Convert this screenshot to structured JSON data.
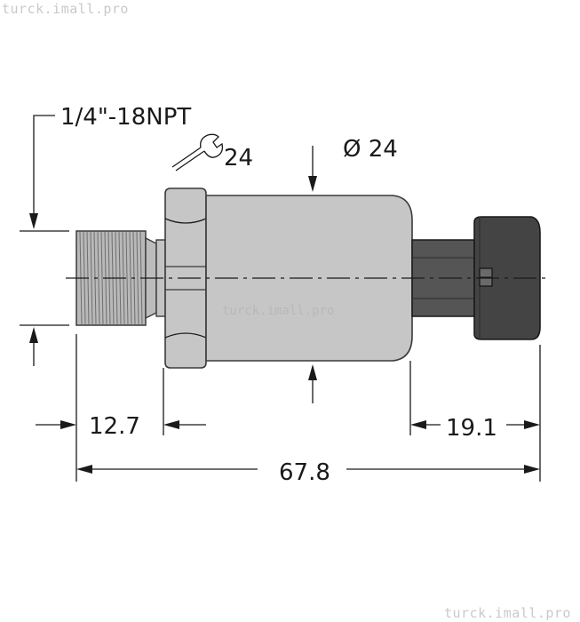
{
  "watermark": {
    "top_left": "turck.imall.pro",
    "center": "turck.imall.pro",
    "bottom_right": "turck.imall.pro"
  },
  "dimensions": {
    "thread_spec": "1/4\"-18NPT",
    "wrench_size": "24",
    "diameter": "Ø 24",
    "thread_length": "12.7",
    "connector_length": "19.1",
    "overall_length": "67.8"
  },
  "icons": {
    "wrench": "wrench-icon"
  },
  "colors": {
    "body": "#c6c6c6",
    "connector": "#444444",
    "line": "#1a1a1a"
  }
}
